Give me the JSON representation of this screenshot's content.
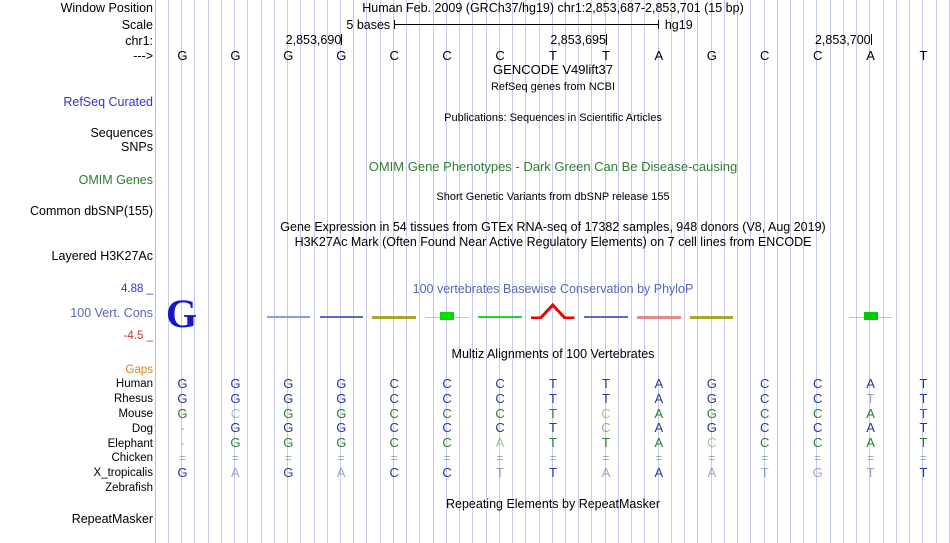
{
  "browser": {
    "assembly_label": "hg19",
    "colors": {
      "gridline": "#c8cbf0",
      "separator": "#f4a8a8",
      "refseq_blue": "#3333cc",
      "omim_green": "#2e7d32",
      "cons_blue": "#5566bb",
      "gaps_orange": "#e08214",
      "species_blue": "#2b3990",
      "species_green": "#2e7d32",
      "axis_blue": "#3333cc",
      "axis_red": "#cc3333",
      "cons_red": "#ee0000",
      "cons_green": "#00dd00",
      "cons_olive": "#999900"
    }
  },
  "header": {
    "window_position_label": "Window Position",
    "window_position_value": "Human Feb. 2009 (GRCh37/hg19)   chr1:2,853,687-2,853,701 (15 bp)",
    "scale_label": "Scale",
    "scale_value": "5 bases",
    "scale_right_label": "hg19",
    "chrom_label": "chr1:",
    "strand_label": "--->",
    "ruler_ticks": [
      {
        "label": "2,853,690",
        "base_index": 3
      },
      {
        "label": "2,853,695",
        "base_index": 8
      },
      {
        "label": "2,853,700",
        "base_index": 13
      }
    ]
  },
  "sequence": {
    "bases": [
      "G",
      "G",
      "G",
      "G",
      "C",
      "C",
      "C",
      "T",
      "T",
      "A",
      "G",
      "C",
      "C",
      "A",
      "T"
    ],
    "start": 2853687,
    "end": 2853701,
    "length_bp": 15
  },
  "tracks": [
    {
      "name": "gencode",
      "side_label": "",
      "center_lines": [
        "GENCODE V49lift37"
      ]
    },
    {
      "name": "refseq-curated",
      "side_label": "RefSeq Curated",
      "side_label_color": "#3333cc",
      "center_lines": [
        "RefSeq genes from NCBI"
      ]
    },
    {
      "name": "publications",
      "side_label_lines": [
        "Sequences",
        "SNPs"
      ],
      "center_lines": [
        "Publications: Sequences in Scientific Articles"
      ]
    },
    {
      "name": "omim-genes",
      "side_label": "OMIM Genes",
      "side_label_color": "#2e7d32",
      "center_lines": [
        "OMIM Gene Phenotypes - Dark Green Can Be Disease-causing"
      ]
    },
    {
      "name": "common-dbsnp",
      "side_label": "Common dbSNP(155)",
      "center_lines": [
        "Short Genetic Variants from dbSNP release 155"
      ]
    },
    {
      "name": "gtex-h3k27ac",
      "side_label": "Layered H3K27Ac",
      "center_lines": [
        "Gene Expression in 54 tissues from GTEx RNA-seq of 17382 samples, 948 donors (V8, Aug 2019)",
        "H3K27Ac Mark (Often Found Near Active Regulatory Elements) on 7 cell lines from ENCODE"
      ]
    },
    {
      "name": "cons-100vert",
      "side_label": "100 Vert. Cons",
      "side_label_color": "#5566bb",
      "center_lines": [
        "100 vertebrates Basewise Conservation by PhyloP"
      ],
      "axis_max": "4.88 _",
      "axis_min": "-4.5 _",
      "axis_max_color": "#3333cc",
      "axis_min_color": "#cc3333",
      "overlay_letter": "G"
    },
    {
      "name": "multiz-alignment",
      "center_lines": [
        "Multiz Alignments of 100 Vertebrates"
      ]
    },
    {
      "name": "repeatmasker",
      "side_label": "RepeatMasker",
      "center_lines": [
        "Repeating Elements by RepeatMasker"
      ]
    }
  ],
  "alignment": {
    "gaps_label": "Gaps",
    "rows": [
      {
        "species": "Human",
        "color": "#2b3990",
        "bases": [
          "G",
          "G",
          "G",
          "G",
          "C",
          "C",
          "C",
          "T",
          "T",
          "A",
          "G",
          "C",
          "C",
          "A",
          "T"
        ]
      },
      {
        "species": "Rhesus",
        "color": "#2b3990",
        "bases": [
          "G",
          "G",
          "G",
          "G",
          "C",
          "C",
          "C",
          "T",
          "T",
          "A",
          "G",
          "C",
          "C",
          "T",
          "T"
        ]
      },
      {
        "species": "Mouse",
        "color": "#2e7d32",
        "bases": [
          "G",
          "C",
          "G",
          "G",
          "C",
          "C",
          "C",
          "T",
          "C",
          "A",
          "G",
          "C",
          "C",
          "A",
          "T"
        ]
      },
      {
        "species": "Dog",
        "color": "#2b3990",
        "bases": [
          "-",
          "G",
          "G",
          "G",
          "C",
          "C",
          "C",
          "T",
          "C",
          "A",
          "G",
          "C",
          "C",
          "A",
          "T"
        ]
      },
      {
        "species": "Elephant",
        "color": "#2e7d32",
        "bases": [
          "-",
          "G",
          "G",
          "G",
          "C",
          "C",
          "A",
          "T",
          "T",
          "A",
          "C",
          "C",
          "C",
          "A",
          "T"
        ]
      },
      {
        "species": "Chicken",
        "color": "#2e7d32",
        "bases": [
          "=",
          "=",
          "=",
          "=",
          "=",
          "=",
          "=",
          "=",
          "=",
          "=",
          "=",
          "=",
          "=",
          "=",
          "="
        ]
      },
      {
        "species": "X_tropicalis",
        "color": "#2b3990",
        "bases": [
          "G",
          "A",
          "G",
          "A",
          "C",
          "C",
          "T",
          "T",
          "A",
          "A",
          "A",
          "T",
          "G",
          "T",
          "T"
        ]
      },
      {
        "species": "Zebrafish",
        "color": "#2e7d32",
        "bases": [
          "",
          "",
          "",
          "",
          "",
          "",
          "",
          "",
          "",
          "",
          "",
          "",
          "",
          "",
          ""
        ]
      }
    ]
  },
  "conservation_data": {
    "type": "bar",
    "description": "100 vertebrates Basewise Conservation by PhyloP",
    "range": [
      -4.5,
      4.88
    ],
    "segments": [
      {
        "base_index": 2,
        "color": "#7a8ad0",
        "level": 0.1,
        "shape": "flat"
      },
      {
        "base_index": 3,
        "color": "#3a4fc0",
        "level": 0.15,
        "shape": "flat"
      },
      {
        "base_index": 4,
        "color": "#999900",
        "level": 0.2,
        "shape": "arrow-left"
      },
      {
        "base_index": 5,
        "color": "#00dd00",
        "level": 0.05,
        "shape": "block"
      },
      {
        "base_index": 6,
        "color": "#00cc00",
        "level": 0.02,
        "shape": "flat"
      },
      {
        "base_index": 7,
        "color": "#ee0000",
        "level": 1.4,
        "shape": "peak"
      },
      {
        "base_index": 8,
        "color": "#3a4fc0",
        "level": 0.08,
        "shape": "flat"
      },
      {
        "base_index": 9,
        "color": "#dd7777",
        "level": 0.12,
        "shape": "arrow-right"
      },
      {
        "base_index": 10,
        "color": "#999900",
        "level": 0.2,
        "shape": "arrow-both"
      },
      {
        "base_index": 13,
        "color": "#00cc00",
        "level": 0.04,
        "shape": "block"
      }
    ]
  }
}
